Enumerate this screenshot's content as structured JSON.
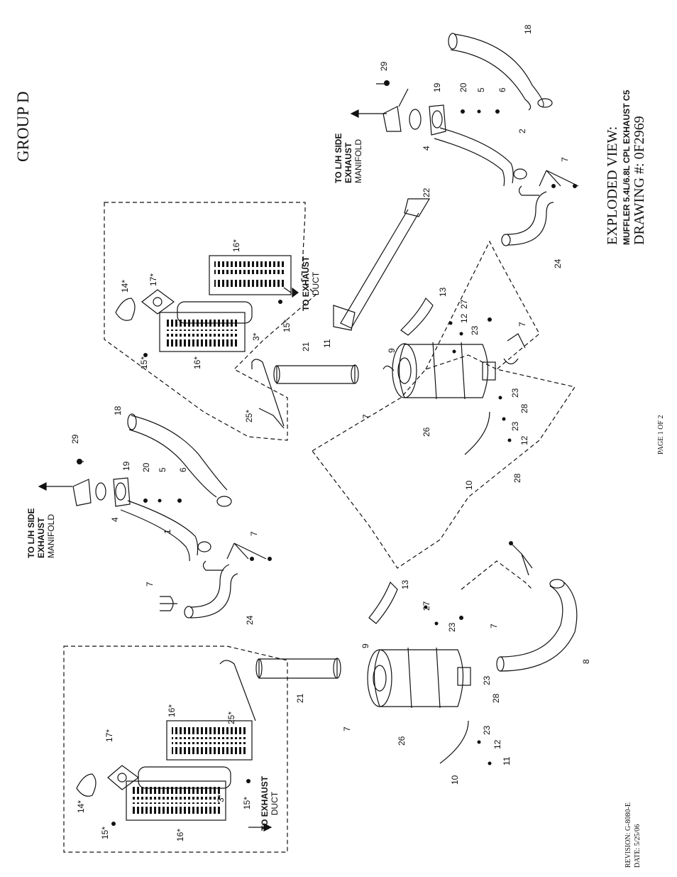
{
  "header": {
    "group": "GROUP D"
  },
  "title": {
    "line1": "EXPLODED VIEW:",
    "line2": "MUFFLER 5.4L/6.8L CPL EXHAUST C5",
    "line3": "DRAWING #: 0F2969"
  },
  "footer": {
    "page": "PAGE 1 OF 2",
    "revision": "REVISION: G-8080-E",
    "date": "DATE: 5/25/06"
  },
  "notes": {
    "lh_manifold_top_1": "TO L/H SIDE",
    "lh_manifold_top_2": "EXHAUST",
    "lh_manifold_top_3": "MANIFOLD",
    "lh_manifold_bot_1": "TO L/H SIDE",
    "lh_manifold_bot_2": "EXHAUST",
    "lh_manifold_bot_3": "MANIFOLD",
    "exhaust_duct_top_1": "TO EXHAUST",
    "exhaust_duct_top_2": "DUCT",
    "exhaust_duct_bot_1": "TO EXHAUST",
    "exhaust_duct_bot_2": "DUCT"
  },
  "callouts": {
    "c29a": "29",
    "c19a": "19",
    "c20a": "20",
    "c5a": "5",
    "c6a": "6",
    "c18a": "18",
    "c4a": "4",
    "c2": "2",
    "c7a": "7",
    "c24a": "24",
    "c22": "22",
    "c14a": "14*",
    "c17a": "17*",
    "c16a": "16*",
    "c16b": "16*",
    "c3a": "3*",
    "c15a": "15*",
    "c15b": "15*",
    "c13a": "13",
    "c27a": "27",
    "c12a": "12",
    "c23a": "23",
    "c7b": "7",
    "c11a": "11",
    "c21a": "21",
    "c9a": "9",
    "c25a": "25*",
    "c7c": "7",
    "c26a": "26",
    "c23b": "23",
    "c28a": "28",
    "c23c": "23",
    "c12b": "12",
    "c10a": "10",
    "c28b": "28",
    "c18b": "18",
    "c29b": "29",
    "c19b": "19",
    "c20b": "20",
    "c5b": "5",
    "c6b": "6",
    "c4b": "4",
    "c1": "1",
    "c7d": "7",
    "c7e": "7",
    "c24b": "24",
    "c13b": "13",
    "c27b": "27",
    "c23d": "23",
    "c7f": "7",
    "c9b": "9",
    "c21b": "21",
    "c25b": "25*",
    "c7g": "7",
    "c26b": "26",
    "c23e": "23",
    "c28c": "28",
    "c23f": "23",
    "c12c": "12",
    "c11b": "11",
    "c10b": "10",
    "c8": "8",
    "c14b": "14*",
    "c17b": "17*",
    "c16c": "16*",
    "c16d": "16*",
    "c3b": "3*",
    "c15c": "15*",
    "c15d": "15*"
  }
}
